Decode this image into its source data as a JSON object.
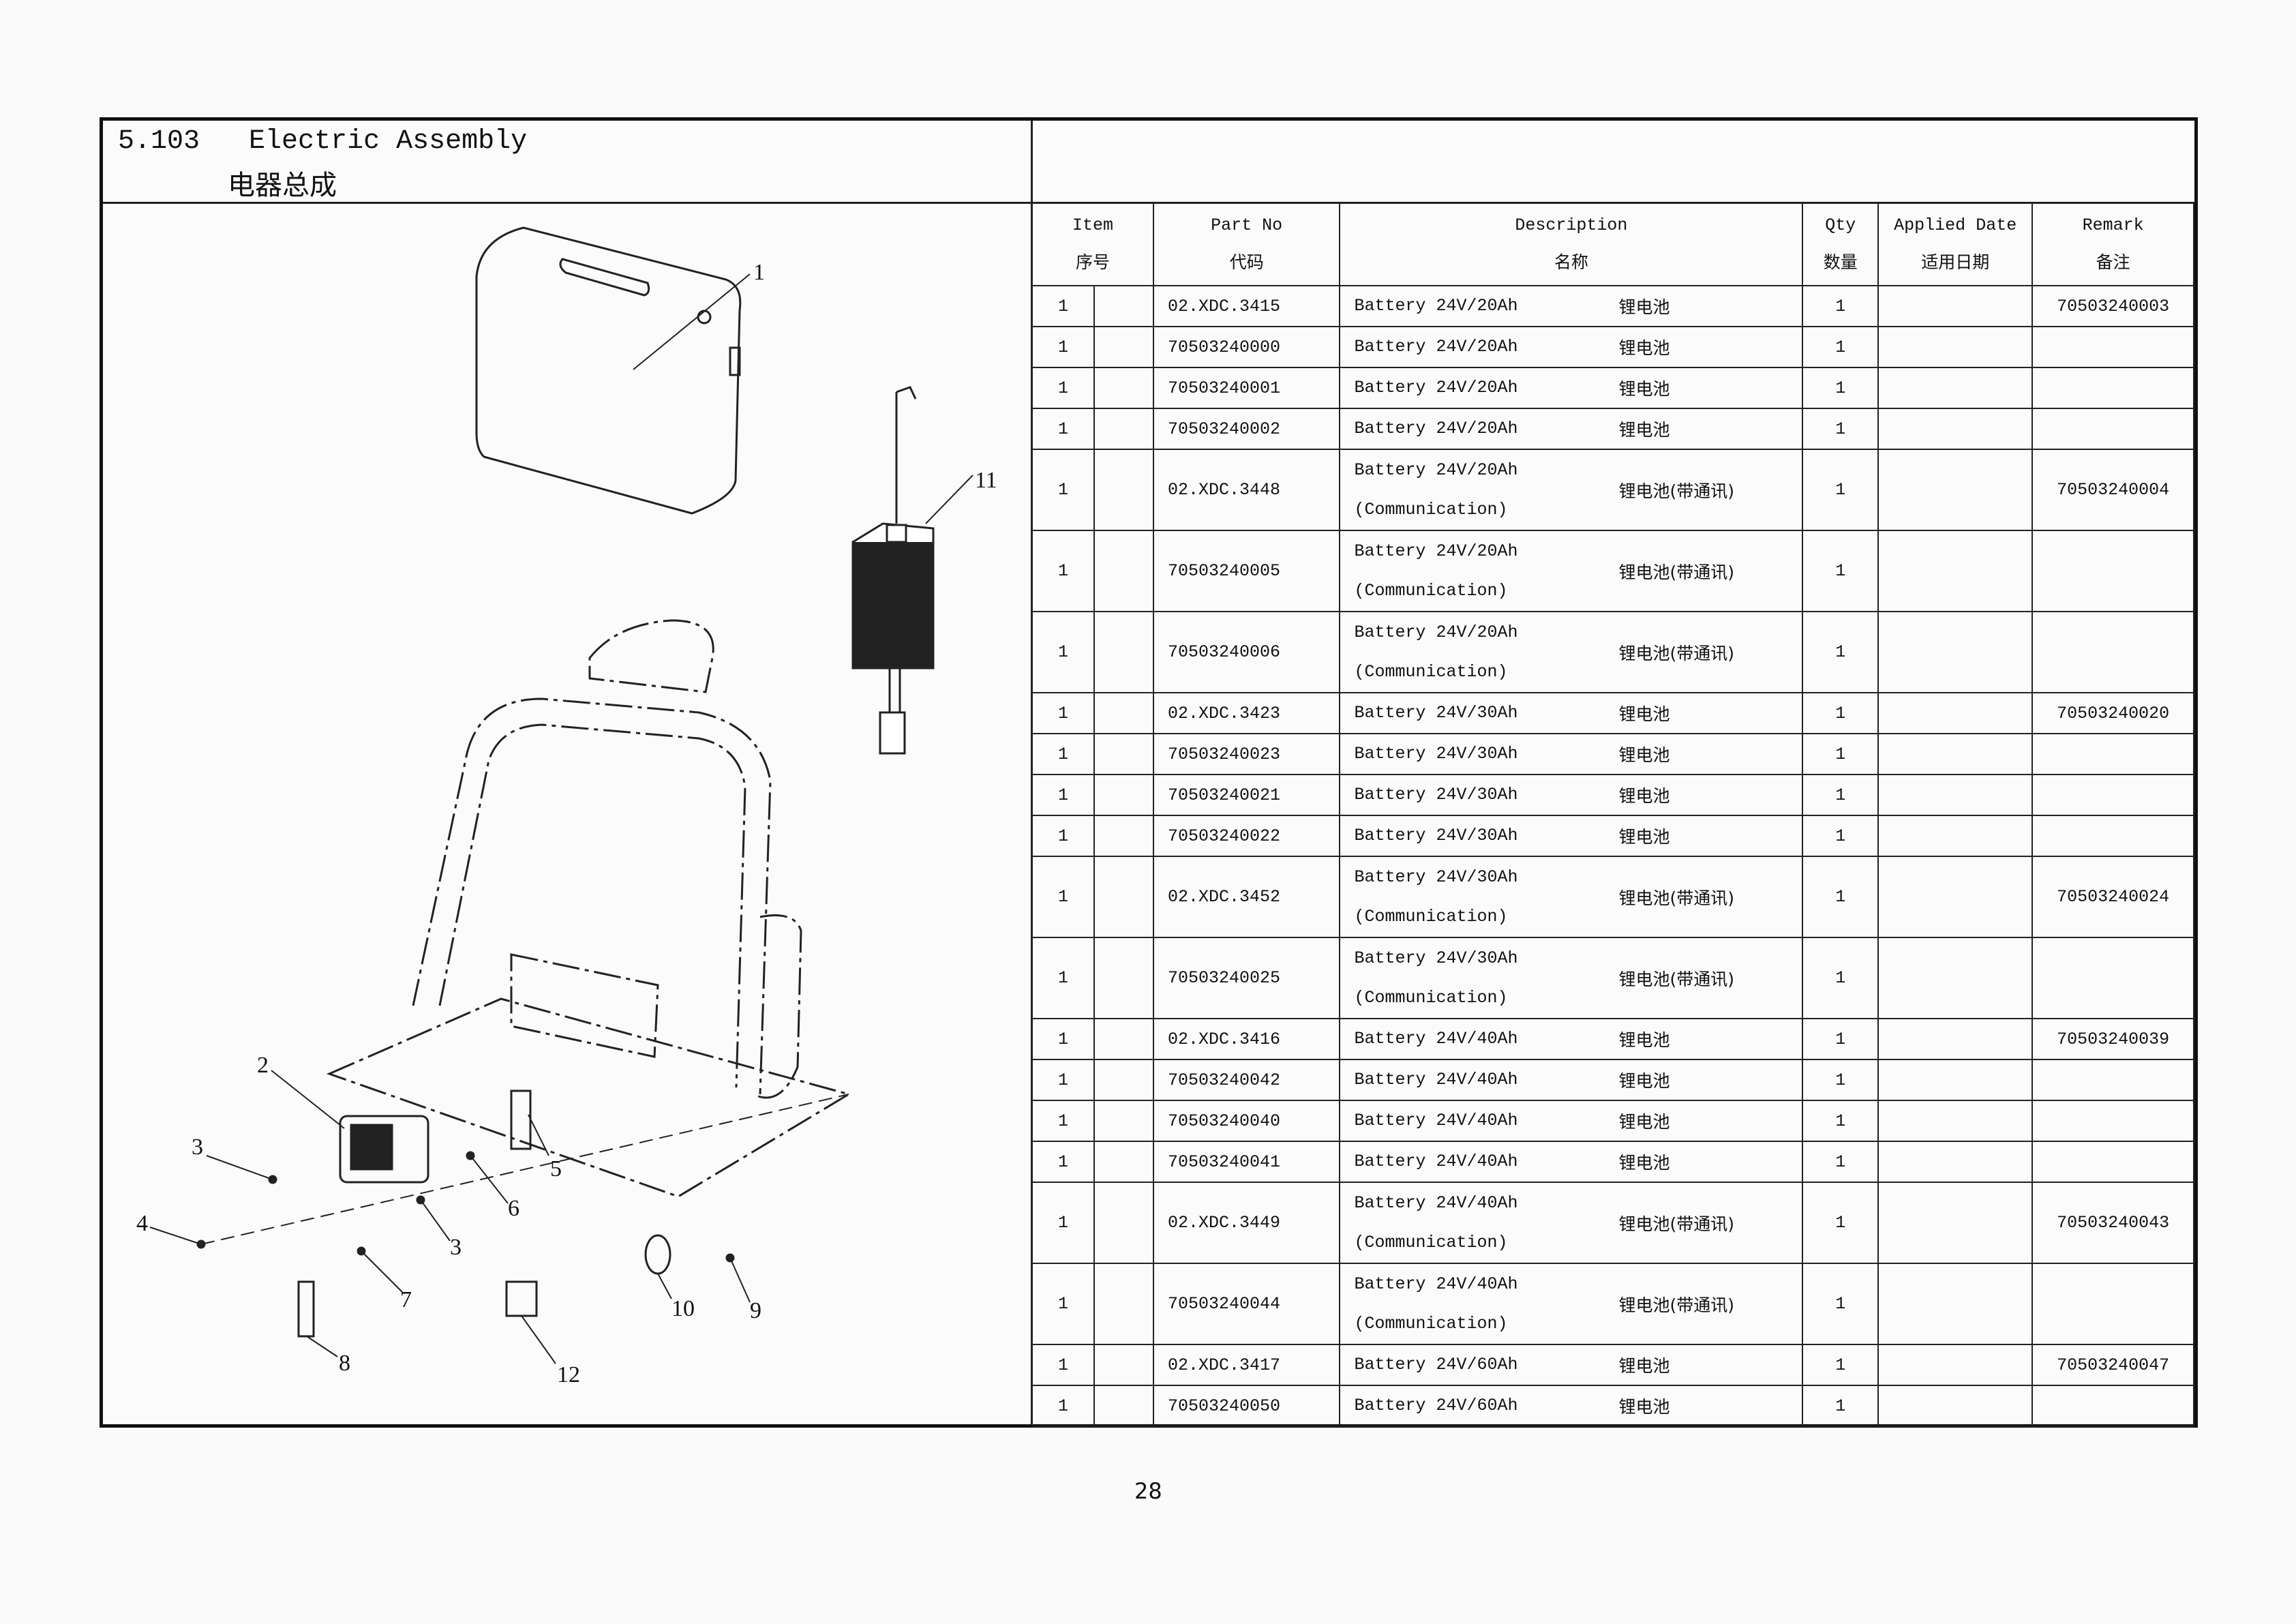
{
  "section": {
    "number": "5.103",
    "title_en": "Electric Assembly",
    "title_cn": "电器总成"
  },
  "table": {
    "headers": [
      {
        "en": "Item",
        "cn": "序号"
      },
      {
        "en": "Part No",
        "cn": "代码"
      },
      {
        "en": "Description",
        "cn": "名称"
      },
      {
        "en": "Qty",
        "cn": "数量"
      },
      {
        "en": "Applied Date",
        "cn": "适用日期"
      },
      {
        "en": "Remark",
        "cn": "备注"
      }
    ],
    "rows": [
      {
        "item": "1",
        "part": "02.XDC.3415",
        "en": "Battery 24V/20Ah",
        "en2": "",
        "cn": "锂电池",
        "qty": "1",
        "date": "",
        "remark": "70503240003"
      },
      {
        "item": "1",
        "part": "70503240000",
        "en": "Battery 24V/20Ah",
        "en2": "",
        "cn": "锂电池",
        "qty": "1",
        "date": "",
        "remark": ""
      },
      {
        "item": "1",
        "part": "70503240001",
        "en": "Battery 24V/20Ah",
        "en2": "",
        "cn": "锂电池",
        "qty": "1",
        "date": "",
        "remark": ""
      },
      {
        "item": "1",
        "part": "70503240002",
        "en": "Battery 24V/20Ah",
        "en2": "",
        "cn": "锂电池",
        "qty": "1",
        "date": "",
        "remark": ""
      },
      {
        "item": "1",
        "part": "02.XDC.3448",
        "en": "Battery 24V/20Ah",
        "en2": "(Communication)",
        "cn": "锂电池(带通讯)",
        "qty": "1",
        "date": "",
        "remark": "70503240004"
      },
      {
        "item": "1",
        "part": "70503240005",
        "en": "Battery 24V/20Ah",
        "en2": "(Communication)",
        "cn": "锂电池(带通讯)",
        "qty": "1",
        "date": "",
        "remark": ""
      },
      {
        "item": "1",
        "part": "70503240006",
        "en": "Battery 24V/20Ah",
        "en2": "(Communication)",
        "cn": "锂电池(带通讯)",
        "qty": "1",
        "date": "",
        "remark": ""
      },
      {
        "item": "1",
        "part": "02.XDC.3423",
        "en": "Battery 24V/30Ah",
        "en2": "",
        "cn": "锂电池",
        "qty": "1",
        "date": "",
        "remark": "70503240020"
      },
      {
        "item": "1",
        "part": "70503240023",
        "en": "Battery 24V/30Ah",
        "en2": "",
        "cn": "锂电池",
        "qty": "1",
        "date": "",
        "remark": ""
      },
      {
        "item": "1",
        "part": "70503240021",
        "en": "Battery 24V/30Ah",
        "en2": "",
        "cn": "锂电池",
        "qty": "1",
        "date": "",
        "remark": ""
      },
      {
        "item": "1",
        "part": "70503240022",
        "en": "Battery 24V/30Ah",
        "en2": "",
        "cn": "锂电池",
        "qty": "1",
        "date": "",
        "remark": ""
      },
      {
        "item": "1",
        "part": "02.XDC.3452",
        "en": "Battery 24V/30Ah",
        "en2": "(Communication)",
        "cn": "锂电池(带通讯)",
        "qty": "1",
        "date": "",
        "remark": "70503240024"
      },
      {
        "item": "1",
        "part": "70503240025",
        "en": "Battery 24V/30Ah",
        "en2": "(Communication)",
        "cn": "锂电池(带通讯)",
        "qty": "1",
        "date": "",
        "remark": ""
      },
      {
        "item": "1",
        "part": "02.XDC.3416",
        "en": "Battery 24V/40Ah",
        "en2": "",
        "cn": "锂电池",
        "qty": "1",
        "date": "",
        "remark": "70503240039"
      },
      {
        "item": "1",
        "part": "70503240042",
        "en": "Battery 24V/40Ah",
        "en2": "",
        "cn": "锂电池",
        "qty": "1",
        "date": "",
        "remark": ""
      },
      {
        "item": "1",
        "part": "70503240040",
        "en": "Battery 24V/40Ah",
        "en2": "",
        "cn": "锂电池",
        "qty": "1",
        "date": "",
        "remark": ""
      },
      {
        "item": "1",
        "part": "70503240041",
        "en": "Battery 24V/40Ah",
        "en2": "",
        "cn": "锂电池",
        "qty": "1",
        "date": "",
        "remark": ""
      },
      {
        "item": "1",
        "part": "02.XDC.3449",
        "en": "Battery 24V/40Ah",
        "en2": "(Communication)",
        "cn": "锂电池(带通讯)",
        "qty": "1",
        "date": "",
        "remark": "70503240043"
      },
      {
        "item": "1",
        "part": "70503240044",
        "en": "Battery 24V/40Ah",
        "en2": "(Communication)",
        "cn": "锂电池(带通讯)",
        "qty": "1",
        "date": "",
        "remark": ""
      },
      {
        "item": "1",
        "part": "02.XDC.3417",
        "en": "Battery 24V/60Ah",
        "en2": "",
        "cn": "锂电池",
        "qty": "1",
        "date": "",
        "remark": "70503240047"
      },
      {
        "item": "1",
        "part": "70503240050",
        "en": "Battery 24V/60Ah",
        "en2": "",
        "cn": "锂电池",
        "qty": "1",
        "date": "",
        "remark": ""
      }
    ]
  },
  "callouts": [
    "1",
    "11",
    "2",
    "3",
    "4",
    "5",
    "6",
    "3",
    "7",
    "8",
    "12",
    "10",
    "9"
  ],
  "page_number": "28"
}
